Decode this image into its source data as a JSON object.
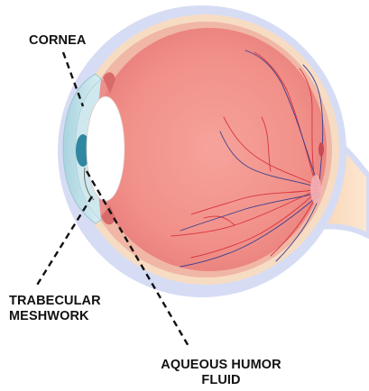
{
  "labels": {
    "cornea": "CORNEA",
    "trabecular_line1": "TRABECULAR",
    "trabecular_line2": "MESHWORK",
    "aqueous_line1": "AQUEOUS HUMOR",
    "aqueous_line2": "FLUID"
  },
  "colors": {
    "outer_sclera": "#d6dcf4",
    "choroid": "#f7dcc4",
    "retina_outer": "#f0b7a6",
    "eyeball_interior": "#f19089",
    "cornea": "#b9dde6",
    "iris": "#2f87a1",
    "lens": "#ffffff",
    "optic_nerve": "#fbe1c6",
    "artery": "#d8343a",
    "vein": "#3a3f8f",
    "leader_line": "#111111"
  }
}
